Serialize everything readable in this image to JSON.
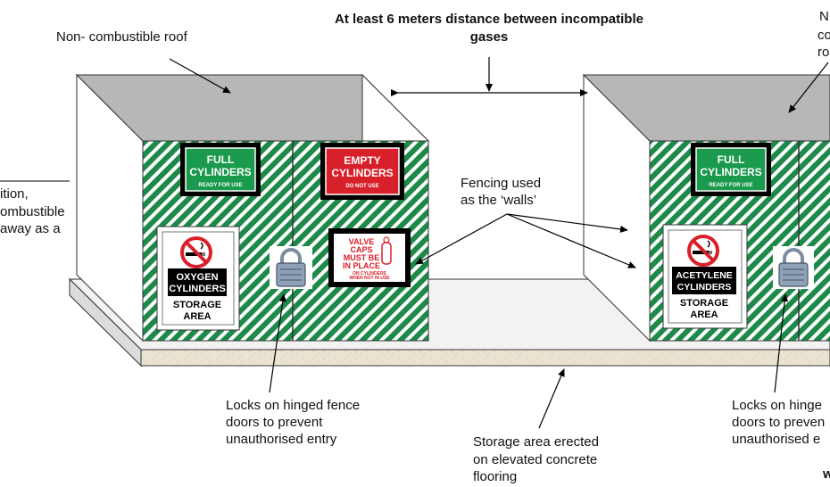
{
  "labels": {
    "roof_left": "Non- combustible roof",
    "distance_line1": "At least 6 meters distance between incompatible",
    "distance_line2": "gases",
    "fencing_line1": "Fencing used",
    "fencing_line2": "as the ‘walls’",
    "locks_line1": "Locks on hinged fence",
    "locks_line2": "doors to prevent",
    "locks_line3": "unauthorised entry",
    "floor_line1": "Storage area erected",
    "floor_line2": "on elevated concrete",
    "floor_line3": "flooring",
    "locks_right_line1": "Locks on hinge",
    "locks_right_line2": "doors to preven",
    "locks_right_line3": "unauthorised e",
    "left_cut_line1": "ition,",
    "left_cut_line2": "ombustible",
    "left_cut_line3": " away as a",
    "right_cut_line1": "N",
    "right_cut_line2": "co",
    "right_cut_line3": "ro",
    "corner_mark": "w"
  },
  "signs": {
    "full_title1": "FULL",
    "full_title2": "CYLINDERS",
    "full_sub": "READY FOR USE",
    "empty_title1": "EMPTY",
    "empty_title2": "CYLINDERS",
    "empty_sub": "DO NOT USE",
    "valve_line1": "VALVE",
    "valve_line2": "CAPS",
    "valve_line3": "MUST BE",
    "valve_line4": "IN PLACE",
    "valve_line5": "ON CYLINDERS",
    "valve_line6": "WHEN NOT IN USE",
    "oxygen_line1": "OXYGEN",
    "oxygen_line2": "CYLINDERS",
    "oxygen_line3": "STORAGE",
    "oxygen_line4": "AREA",
    "acet_line1": "ACETYLENE",
    "acet_line2": "CYLINDERS",
    "acet_line3": "STORAGE",
    "acet_line4": "AREA"
  },
  "colors": {
    "fence_green": "#1e8a4a",
    "roof_gray": "#b7b7b7",
    "sign_green": "#1a9a4c",
    "sign_red": "#d8202a",
    "concrete": "#ece4d3"
  },
  "icons": [
    "no-smoking-icon",
    "padlock-icon",
    "gas-cylinder-icon"
  ]
}
